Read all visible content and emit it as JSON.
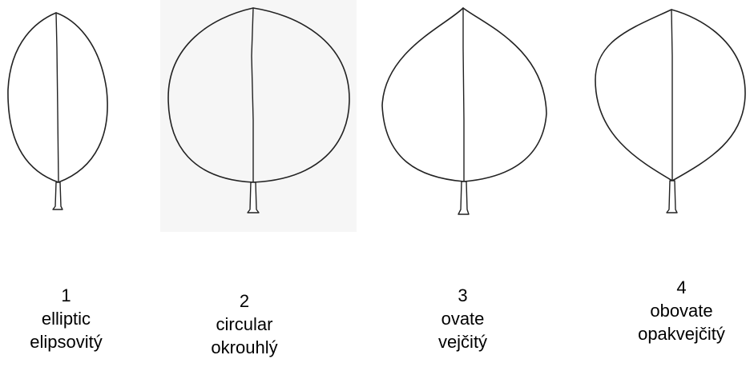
{
  "shapes": [
    {
      "number": "1",
      "english": "elliptic",
      "czech": "elipsovitý"
    },
    {
      "number": "2",
      "english": "circular",
      "czech": "okrouhlý"
    },
    {
      "number": "3",
      "english": "ovate",
      "czech": "vejčitý"
    },
    {
      "number": "4",
      "english": "obovate",
      "czech": "opakvejčitý"
    }
  ]
}
